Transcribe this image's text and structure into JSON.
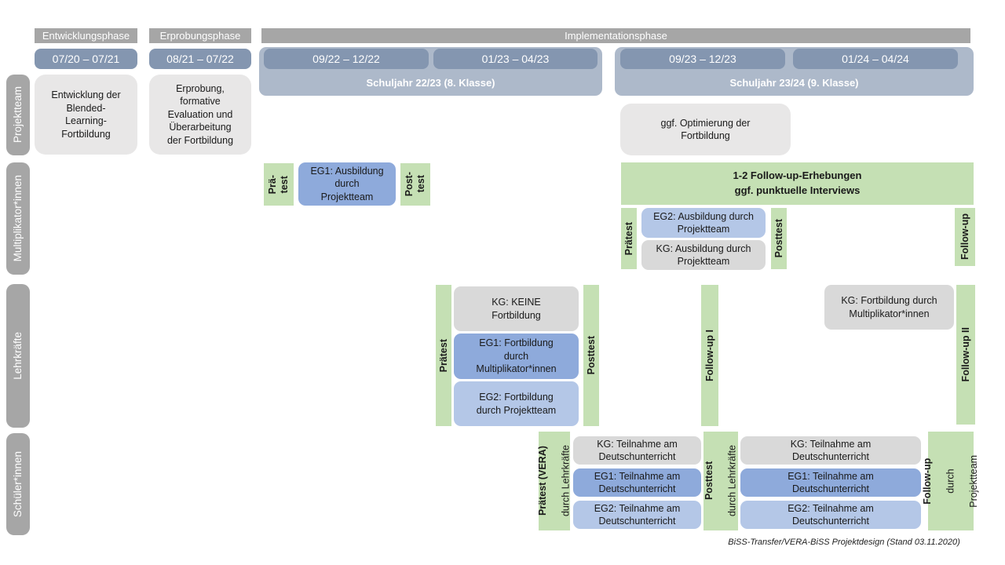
{
  "colors": {
    "bar-gray": "#a6a6a6",
    "bar-date": "#8496b0",
    "bar-schoolyear": "#adb9ca",
    "box-lightgray": "#e8e7e7",
    "box-gray": "#d9d9d9",
    "box-green": "#c5e0b4",
    "box-blue-eg1": "#8eaadb",
    "box-blue-eg2": "#b4c7e7",
    "text-dark": "#1a1a1a",
    "text-white": "#ffffff"
  },
  "phases": [
    "Entwicklungsphase",
    "Erprobungsphase",
    "Implementationsphase"
  ],
  "dates": [
    "07/20 – 07/21",
    "08/21 – 07/22",
    "09/22 – 12/22",
    "01/23 – 04/23",
    "09/23 – 12/23",
    "01/24 – 04/24"
  ],
  "school_years": [
    "Schuljahr 22/23 (8. Klasse)",
    "Schuljahr 23/24 (9. Klasse)"
  ],
  "row_labels": [
    "Projektteam",
    "Multiplikator*innen",
    "Lehrkräfte",
    "Schüler*innen"
  ],
  "projektteam": {
    "entwicklung_box": "Entwicklung der\nBlended-\nLearning-\nFortbildung",
    "erprobung_box": "Erprobung,\nformative\nEvaluation und\nÜberarbeitung\nder Fortbildung",
    "optimierung_box": "ggf. Optimierung der\nFortbildung"
  },
  "multiplikatoren": {
    "praetest_1": "Prä-\ntest",
    "eg1_box": "EG1: Ausbildung\ndurch\nProjektteam",
    "posttest_1": "Post-\ntest",
    "followup_box": "1-2 Follow-up-Erhebungen\nggf. punktuelle Interviews",
    "praetest_2": "Prätest",
    "eg2_box": "EG2: Ausbildung durch\nProjektteam",
    "kg_box": "KG: Ausbildung durch\nProjektteam",
    "posttest_2": "Posttest",
    "followup": "Follow-up"
  },
  "lehrkraefte": {
    "praetest": "Prätest",
    "kg_box": "KG: KEINE\nFortbildung",
    "eg1_box": "EG1: Fortbildung\ndurch\nMultiplikator*innen",
    "eg2_box": "EG2: Fortbildung\ndurch Projektteam",
    "posttest": "Posttest",
    "followup_1": "Follow-up I",
    "kg_box_2": "KG: Fortbildung durch\nMultiplikator*innen",
    "followup_2": "Follow-up II"
  },
  "schueler": {
    "praetest_bold": "Prätest (VERA)",
    "praetest_sub": "durch Lehrkräfte",
    "kg_box_1": "KG: Teilnahme am\nDeutschunterricht",
    "eg1_box_1": "EG1: Teilnahme am\nDeutschunterricht",
    "eg2_box_1": "EG2: Teilnahme am\nDeutschunterricht",
    "posttest_bold": "Posttest",
    "posttest_sub": "durch Lehrkräfte",
    "kg_box_2": "KG: Teilnahme am\nDeutschunterricht",
    "eg1_box_2": "EG1: Teilnahme am\nDeutschunterricht",
    "eg2_box_2": "EG2: Teilnahme am\nDeutschunterricht",
    "followup_bold": "Follow-up",
    "followup_l2": "durch",
    "followup_l3": "Projektteam"
  },
  "caption": "BiSS-Transfer/VERA-BiSS Projektdesign (Stand 03.11.2020)"
}
